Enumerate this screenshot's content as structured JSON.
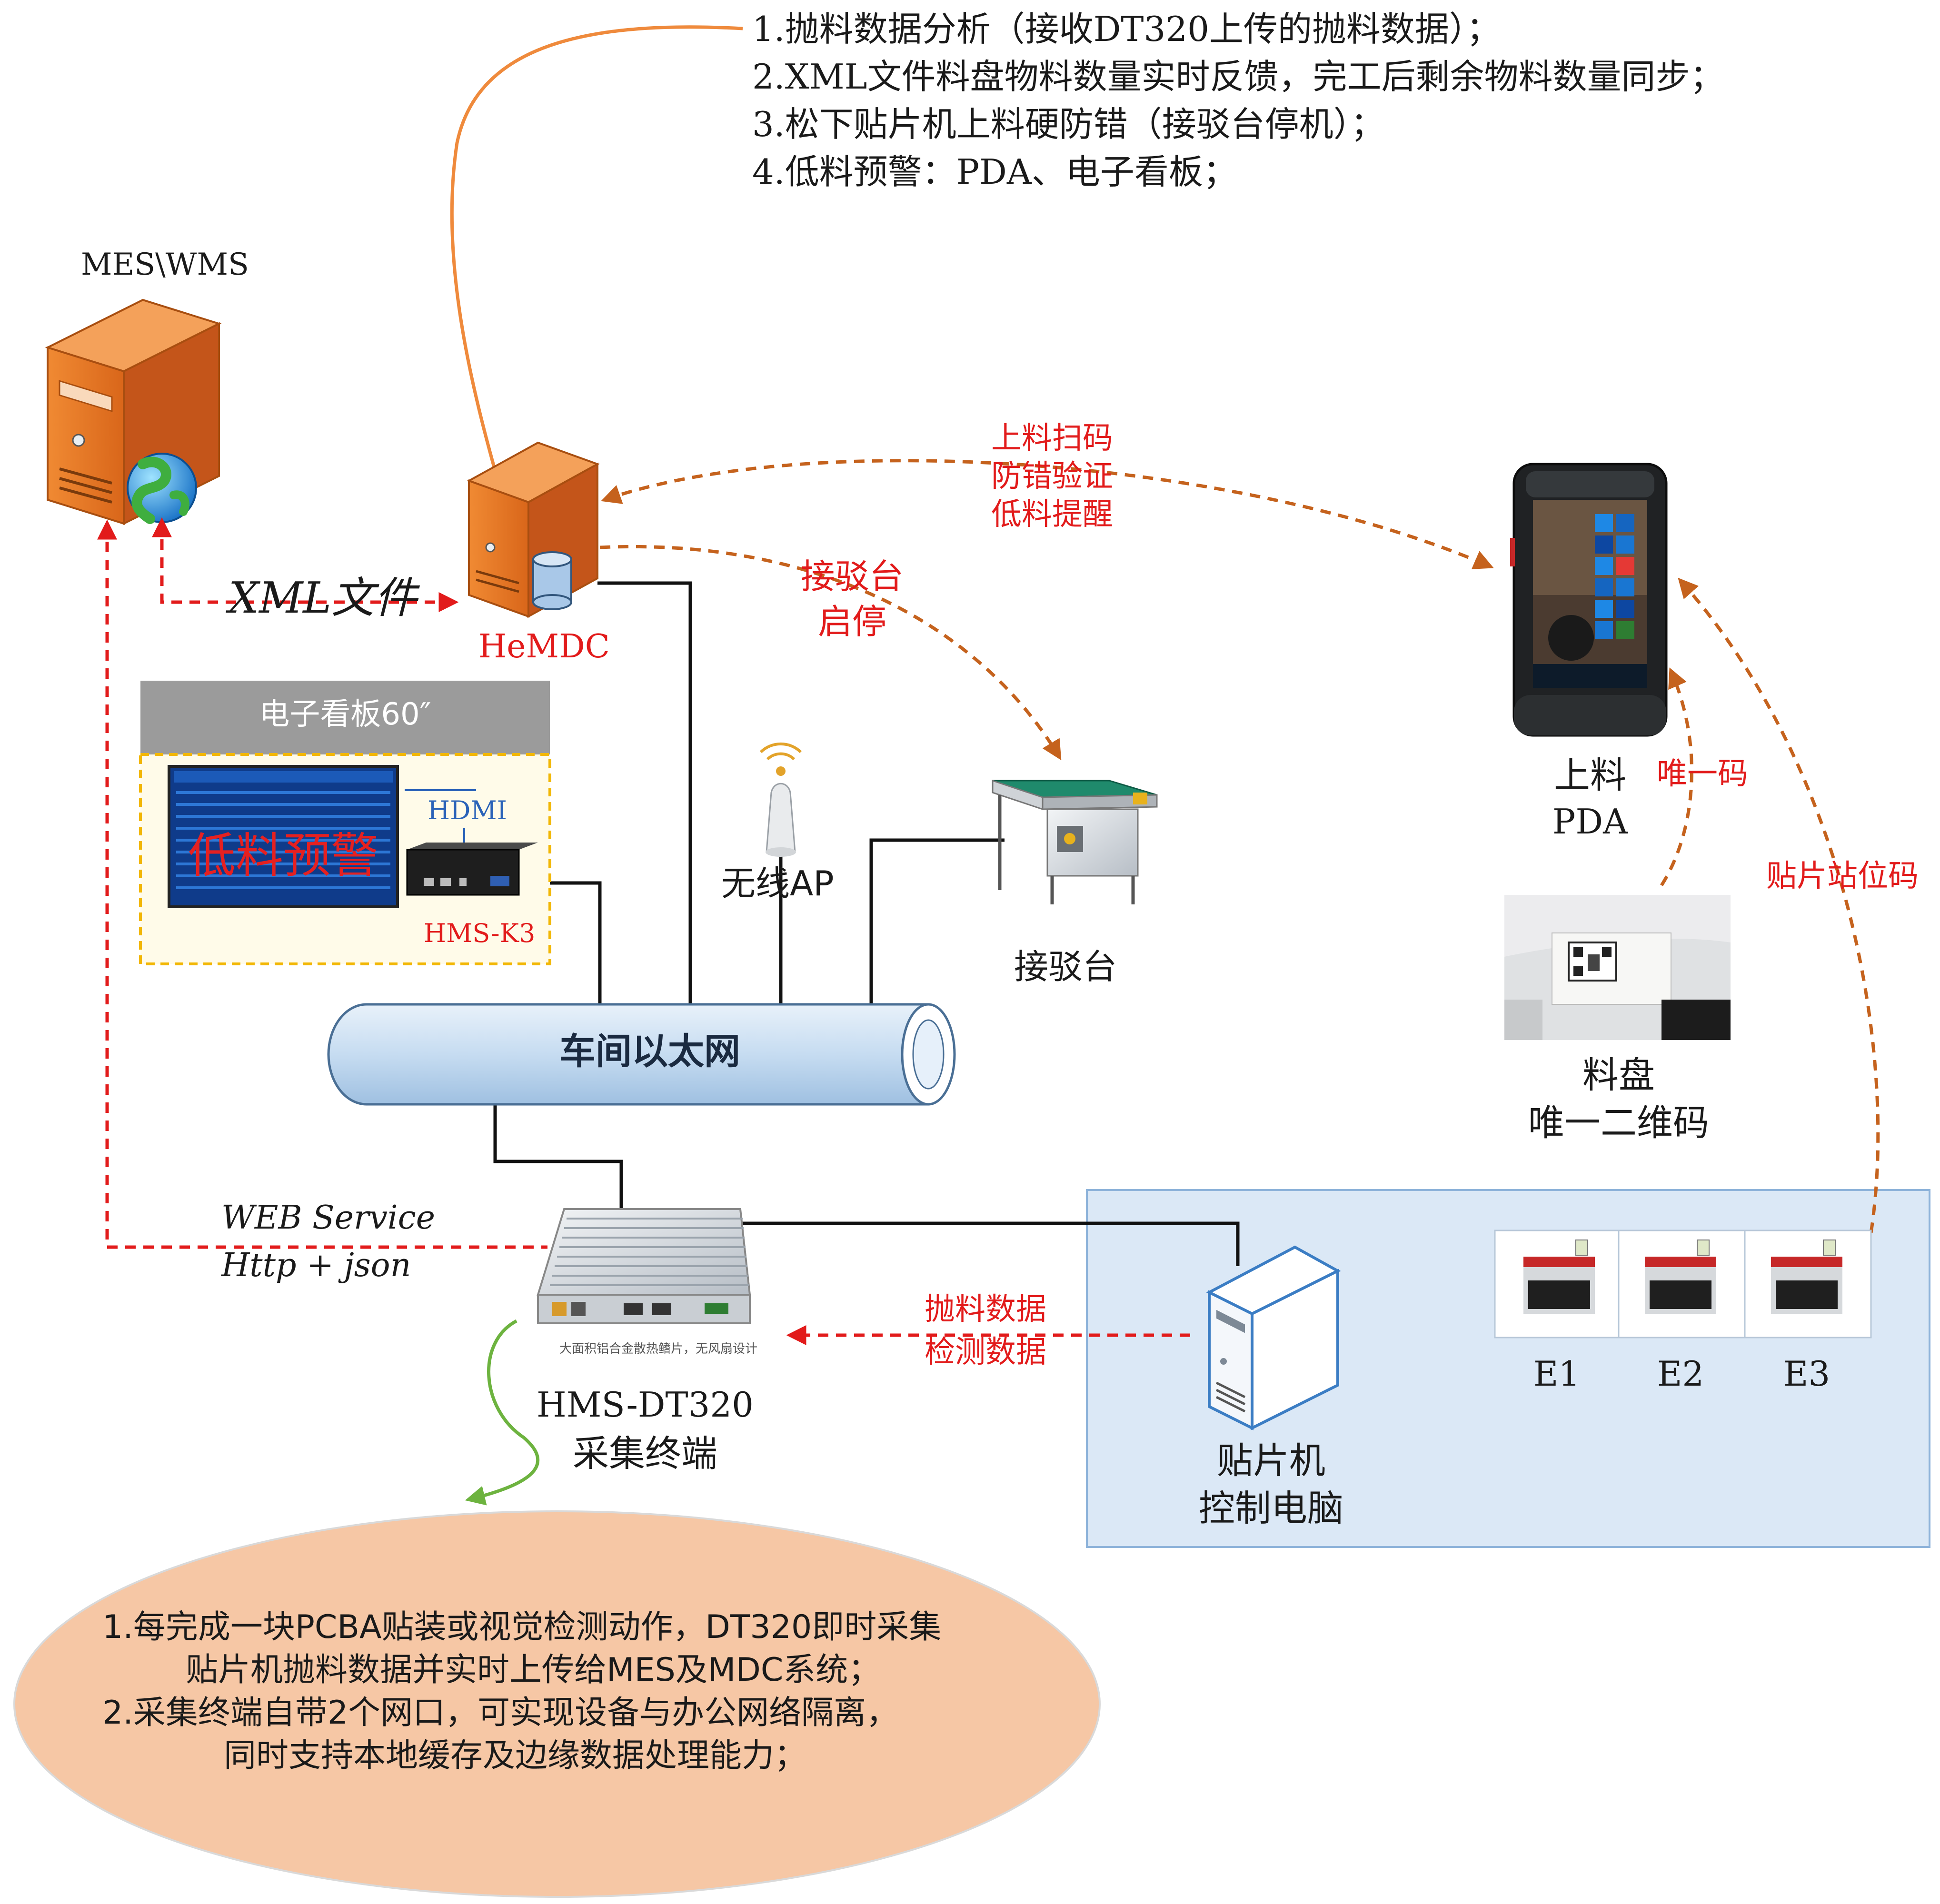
{
  "top_notes": {
    "line1": "1.抛料数据分析（接收DT320上传的抛料数据）；",
    "line2": "2.XML文件料盘物料数量实时反馈，完工后剩余物料数量同步；",
    "line3": "3.松下贴片机上料硬防错（接驳台停机）；",
    "line4": "4.低料预警：PDA、电子看板；"
  },
  "mes": {
    "label": "MES\\WMS"
  },
  "xml_label": "XML文件",
  "hemdc": {
    "label": "HeMDC"
  },
  "pda_arrow": {
    "line1": "上料扫码",
    "line2": "防错验证",
    "line3": "低料提醒"
  },
  "dock_arrow": {
    "line1": "接驳台",
    "line2": "启停"
  },
  "board": {
    "header": "电子看板60″",
    "screen_text": "低料预警",
    "hdmi": "HDMI",
    "device": "HMS-K3"
  },
  "ap": {
    "label": "无线AP"
  },
  "dock": {
    "label": "接驳台"
  },
  "network": {
    "label": "车间以太网"
  },
  "pda": {
    "line1": "上料",
    "line2": "PDA"
  },
  "unique_code": "唯一码",
  "station_code": "贴片站位码",
  "reel": {
    "line1": "料盘",
    "line2": "唯一二维码"
  },
  "web_service": {
    "line1": "WEB Service",
    "line2": "Http + json"
  },
  "dt320": {
    "line1": "HMS-DT320",
    "line2": "采集终端",
    "caption": "大面积铝合金散热鳍片，无风扇设计"
  },
  "throw_data": {
    "line1": "抛料数据",
    "line2": "检测数据"
  },
  "pc": {
    "line1": "贴片机",
    "line2": "控制电脑"
  },
  "machines": [
    {
      "label": "E1"
    },
    {
      "label": "E2"
    },
    {
      "label": "E3"
    }
  ],
  "ellipse_notes": {
    "line1": "1.每完成一块PCBA贴装或视觉检测动作，DT320即时采集",
    "line2": "贴片机抛料数据并实时上传给MES及MDC系统；",
    "line3": "2.采集终端自带2个网口，可实现设备与办公网络隔离，",
    "line4": "同时支持本地缓存及边缘数据处理能力；"
  },
  "colors": {
    "server_orange": "#e2711d",
    "dashed_red": "#e21b1b",
    "dashed_brown": "#c5621d",
    "curve_orange": "#ef8a3c",
    "pipe_blue": "#cfe1f3",
    "panel_blue": "#dbe8f6",
    "ellipse_peach": "#f6c7a5",
    "text_red": "#e21b1b"
  }
}
